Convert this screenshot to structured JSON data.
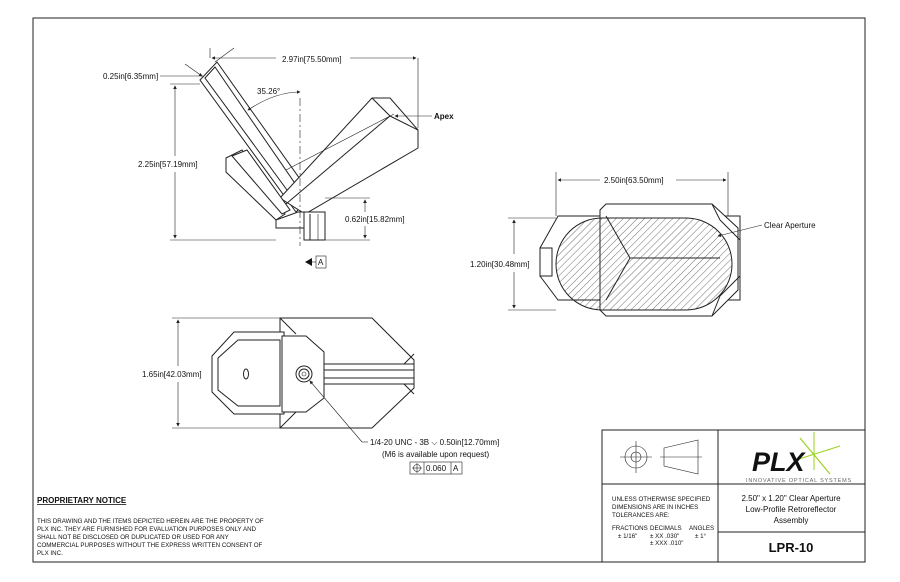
{
  "drawing": {
    "front_view": {
      "width": "2.97in",
      "width_mm": "75.50mm",
      "thickness": "0.25in",
      "thickness_mm": "6.35mm",
      "angle": "35.26°",
      "height": "2.25in",
      "height_mm": "57.19mm",
      "base_height": "0.62in",
      "base_height_mm": "15.82mm",
      "apex_label": "Apex",
      "datum_label": "A"
    },
    "aperture_view": {
      "width": "2.50in",
      "width_mm": "63.50mm",
      "height": "1.20in",
      "height_mm": "30.48mm",
      "clear_aperture_label": "Clear Aperture"
    },
    "bottom_view": {
      "height": "1.65in",
      "height_mm": "42.03mm",
      "thread_note": "1/4-20 UNC - 3B",
      "thread_depth": "0.50in",
      "thread_depth_mm": "12.70mm",
      "thread_alt_note": "(M6 is available upon request)",
      "position_tolerance": "0.060",
      "position_datum": "A"
    }
  },
  "notice": {
    "heading": "PROPRIETARY NOTICE",
    "lines": [
      "THIS DRAWING AND THE ITEMS DEPICTED HEREIN ARE THE PROPERTY OF",
      "PLX INC. THEY ARE FURNISHED FOR EVALUATION PURPOSES ONLY AND",
      "SHALL NOT BE DISCLOSED OR DUPLICATED OR USED FOR ANY",
      "COMMERCIAL PURPOSES WITHOUT THE EXPRESS WRITTEN CONSENT OF",
      "PLX INC."
    ]
  },
  "title_block": {
    "tolerance_lines": [
      "UNLESS OTHERWISE SPECIFIED",
      "DIMENSIONS ARE IN INCHES",
      "TOLERANCES ARE:"
    ],
    "fractions_label": "FRACTIONS",
    "fractions_value": "± 1/16\"",
    "decimals_label": "DECIMALS",
    "decimals_value_1": "± XX .030\"",
    "decimals_value_2": "± XXX .010\"",
    "angles_label": "ANGLES",
    "angles_value": "± 1°",
    "logo_text": "PLX",
    "logo_tagline": "INNOVATIVE OPTICAL SYSTEMS",
    "title_lines": [
      "2.50\" x 1.20\" Clear Aperture",
      "Low-Profile Retroreflector",
      "Assembly"
    ],
    "part_number": "LPR-10"
  },
  "colors": {
    "line": "#222222",
    "logo_green": "#9bd21f"
  }
}
